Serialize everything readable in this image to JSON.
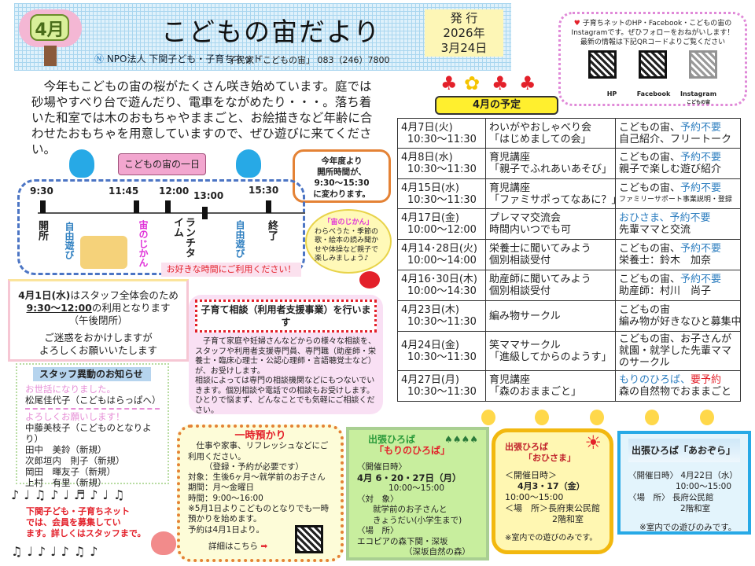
{
  "header": {
    "month_badge": "4月",
    "title": "こどもの宙だより",
    "org": "NPO法人 下関子ども・子育ちネット",
    "phone": "子民家「こどもの宙」 083（246）7800",
    "issue_label": "発 行",
    "issue_year": "2026年",
    "issue_date": "3月24日"
  },
  "qr_box": {
    "line1": "子育ちネットのHP・Facebook・こどもの宙のInstagramです。ぜひフォローをおねがいします！",
    "line2": "最新の情報は下記QRコードよりご覧ください",
    "labels": [
      "HP",
      "Facebook",
      "Instagram"
    ],
    "insta_sub": "こどもの宙"
  },
  "intro": "今年もこどもの宙の桜がたくさん咲き始めています。庭では砂場やすべり台で遊んだり、電車をながめたり・・・。落ち着いた和室では木のおもちゃやままごと、お絵描きなど年齢に合わせたおもちゃを用意していますので、ぜひ遊びに来てください。",
  "schedule": {
    "title": "4月の予定",
    "rows": [
      {
        "date": "4月7日(火)",
        "time": "10:30～11:30",
        "event1": "わいがやおしゃべり会",
        "event2": "「はじめましての会」",
        "place": "こどもの宙、",
        "place_b": "予約不要",
        "note": "自己紹介、フリートーク"
      },
      {
        "date": "4月8日(水)",
        "time": "10:30～11:30",
        "event1": "育児講座",
        "event2": "「親子でふれあいあそび」",
        "place": "こどもの宙、",
        "place_b": "予約不要",
        "note": "親子で楽しむ遊び紹介"
      },
      {
        "date": "4月15日(水)",
        "time": "10:30～11:30",
        "event1": "育児講座",
        "event2": "「ファミサポってなあに？」",
        "place": "こどもの宙、",
        "place_b": "予約不要",
        "note": "ファミリーサポート事業説明・登録"
      },
      {
        "date": "4月17日(金)",
        "time": "10:00～12:00",
        "event1": "プレママ交流会",
        "event2": "時間内いつでも可",
        "place": "おひさま、",
        "place_b": "予約不要",
        "note": "先輩ママと交流"
      },
      {
        "date": "4月14･28日(火)",
        "time": "10:00～14:00",
        "event1": "栄養士に聞いてみよう",
        "event2": "個別相談受付",
        "place": "こどもの宙、",
        "place_b": "予約不要",
        "note": "栄養士：鈴木　加奈"
      },
      {
        "date": "4月16･30日(木)",
        "time": "10:00～14:30",
        "event1": "助産師に聞いてみよう",
        "event2": "個別相談受付",
        "place": "こどもの宙、",
        "place_b": "予約不要",
        "note": "助産師：村川　尚子"
      },
      {
        "date": "4月23日(木)",
        "time": "10:30～11:30",
        "event1": "編み物サークル",
        "event2": "",
        "place": "こどもの宙",
        "place_b": "",
        "note": "編み物が好きなひと募集中"
      },
      {
        "date": "4月24日(金)",
        "time": "10:30～11:30",
        "event1": "笑ママサークル",
        "event2": "「進級してからのようす」",
        "place": "こどもの宙、お子さんが就園・就学した先輩ママのサークル",
        "place_b": "",
        "note": ""
      },
      {
        "date": "4月27日(月)",
        "time": "10:30～11:30",
        "event1": "育児講座",
        "event2": "「森のおままごと」",
        "place": "もりのひろば、",
        "place_b": "要予約",
        "note": "森の自然物でおままごと"
      }
    ]
  },
  "day": {
    "title": "こどもの宙の一日",
    "bubble": [
      "今年度より",
      "開所時間が、",
      "9:30～15:30",
      "に変わります。"
    ],
    "times": [
      "9:30",
      "11:45",
      "12:00",
      "13:00",
      "15:30"
    ],
    "labels": [
      "開所",
      "自由遊び",
      "宙のじかん",
      "ランチタイム",
      "自由遊び",
      "終了"
    ],
    "circle_title": "「宙のじかん」",
    "circle_text": "わらべうた・季節の歌・絵本の読み聞かせや体操など親子で楽しみましょう♪",
    "pink_label": "お好きな時間にご利用ください！"
  },
  "notice": {
    "line1_bold": "4月1日(水)",
    "line1": "はスタッフ全体会のため",
    "line2_u": "9:30～12:00",
    "line2": "の利用となります",
    "line3": "（午後閉所）",
    "line4": "ご迷惑をおかけしますが",
    "line5": "よろしくお願いいたします"
  },
  "staff": {
    "title": "スタッフ異動のお知らせ",
    "farewell_label": "お世話になりました。",
    "farewell": [
      "松尾佳代子（こどもはらっぱへ）"
    ],
    "welcome_label": "よろしくお願いします！",
    "welcome": [
      "中藤美枝子（こどものとなりより）",
      "田中　美鈴（新規）",
      "次郎垣内　則子（新規）",
      "岡田　暉友子（新規）",
      "上村　有里（新規）"
    ]
  },
  "members": [
    "下関子ども・子育ちネット",
    "では、会員を募集してい",
    "ます。詳しくはスタッフまで。"
  ],
  "consult": {
    "title": "子育て相談（利用者支援事業）を行います",
    "p1": "子育て家庭や妊婦さんなどからの様々な相談を、スタッフや利用者支援専門員、専門職（助産師・栄養士・臨床心理士・公認心理師・言語聴覚士など）が、お受けします。",
    "p2": "相談によっては専門の相談機関などにもつないでいきます。個別相談や電話での相談もお受けします。ひとりで悩まず、どんなことでも気軽にご相談ください。"
  },
  "ichiji": {
    "title": "一時預かり",
    "lines": [
      "仕事や家事、リフレッシュなどにご利用ください。",
      "（登録・予約が必要です）",
      "対象：生後6ヶ月～就学前のお子さん",
      "期間：月～金曜日",
      "時間：9:00～16:00",
      "※5月1日よりこどものとなりでも一時預かりを始めます。",
      "予約は4月1日より。"
    ],
    "details": "詳細はこちら"
  },
  "mori": {
    "title1": "出張ひろば",
    "title2": "「もりのひろば」",
    "lines": [
      "〈開催日時〉",
      "4月 6・20・27日（月）",
      "10:00～15:00",
      "〈対　象〉",
      "就学前のお子さんと",
      "きょうだい(小学生まで)",
      "〈場　所〉",
      "エコピアの森下関・深坂",
      "（深坂自然の森）"
    ]
  },
  "ohisama": {
    "title1": "出張ひろば",
    "title2": "「おひさま」",
    "lines": [
      "＜開催日時＞",
      "4月3・17（金）",
      "10:00～15:00",
      "＜場　所＞長府東公民館",
      "2階和室",
      "※室内での遊びのみです。"
    ]
  },
  "aozora": {
    "title": "出張ひろば「あおぞら」",
    "lines": [
      "〈開催日時〉 4月22日（水）",
      "10:00～15:00",
      "〈場　所〉 長府公民館",
      "2階和室",
      "※室内での遊びのみです。"
    ]
  }
}
